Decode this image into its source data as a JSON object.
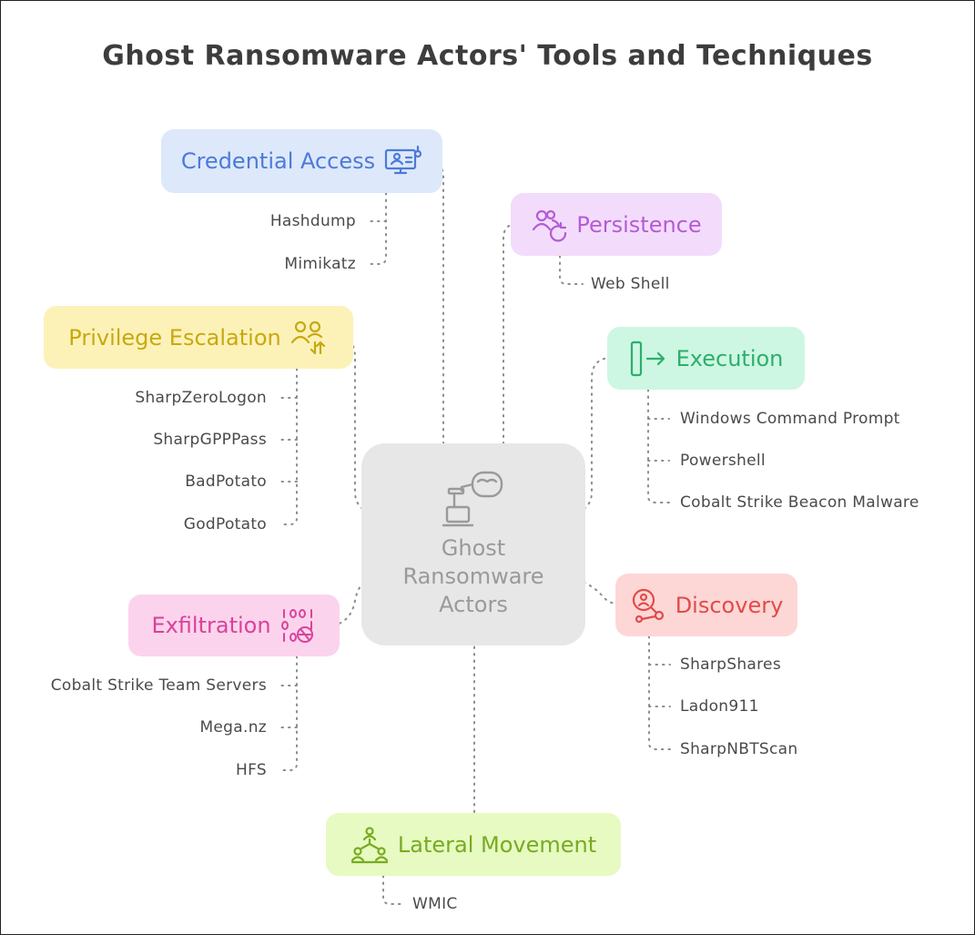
{
  "title": "Ghost Ransomware Actors' Tools and Techniques",
  "center": {
    "lines": [
      "Ghost",
      "Ransomware",
      "Actors"
    ],
    "icon": "vr-headset-laptop-icon",
    "color": "#9a9a9a"
  },
  "categories": [
    {
      "key": "credential",
      "label": "Credential Access",
      "icon": "monitor-user-icon",
      "color": "#4b7bd8",
      "bg": "#dde8fb",
      "techniques": [
        "Hashdump",
        "Mimikatz"
      ]
    },
    {
      "key": "persistence",
      "label": "Persistence",
      "icon": "users-refresh-icon",
      "color": "#b45bd6",
      "bg": "#f3dcfb",
      "techniques": [
        "Web Shell"
      ]
    },
    {
      "key": "privilege",
      "label": "Privilege Escalation",
      "icon": "users-arrows-icon",
      "color": "#c9a80f",
      "bg": "#fcf2b8",
      "techniques": [
        "SharpZeroLogon",
        "SharpGPPPass",
        "BadPotato",
        "GodPotato"
      ]
    },
    {
      "key": "execution",
      "label": "Execution",
      "icon": "terminal-arrow-icon",
      "color": "#2fae6d",
      "bg": "#cdf7e2",
      "techniques": [
        "Windows Command Prompt",
        "Powershell",
        "Cobalt Strike Beacon Malware"
      ]
    },
    {
      "key": "exfiltration",
      "label": "Exfiltration",
      "icon": "binary-disc-icon",
      "color": "#d9429c",
      "bg": "#fcd3ec",
      "techniques": [
        "Cobalt Strike Team Servers",
        "Mega.nz",
        "HFS"
      ]
    },
    {
      "key": "discovery",
      "label": "Discovery",
      "icon": "search-network-icon",
      "color": "#e04b4b",
      "bg": "#fdd7d5",
      "techniques": [
        "SharpShares",
        "Ladon911",
        "SharpNBTScan"
      ]
    },
    {
      "key": "lateral",
      "label": "Lateral Movement",
      "icon": "network-users-icon",
      "color": "#78ab22",
      "bg": "#e6fac1",
      "techniques": [
        "WMIC"
      ]
    }
  ]
}
